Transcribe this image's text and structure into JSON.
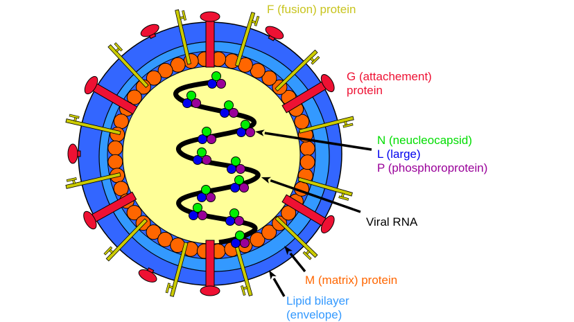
{
  "labels": {
    "fusion": "F (fusion) protein",
    "attachment_1": "G (attachement)",
    "attachment_2": "protein",
    "nucleocapsid": "N (neucleocapsid)",
    "large": "L (large)",
    "phospho": "P (phosphoroprotein)",
    "rna": "Viral RNA",
    "matrix": "M (matrix) protein",
    "lipid_1": "Lipid bilayer",
    "lipid_2": "(envelope)"
  },
  "colors": {
    "envelope_outer": "#3366ff",
    "envelope_inner": "#3399ff",
    "interior": "#ffff99",
    "matrix": "#ff6600",
    "g_protein": "#ee1133",
    "f_protein": "#cccc00",
    "f_text": "#c8c41e",
    "n": "#00ee00",
    "l": "#0000ee",
    "p": "#990099",
    "rna": "#000000"
  }
}
